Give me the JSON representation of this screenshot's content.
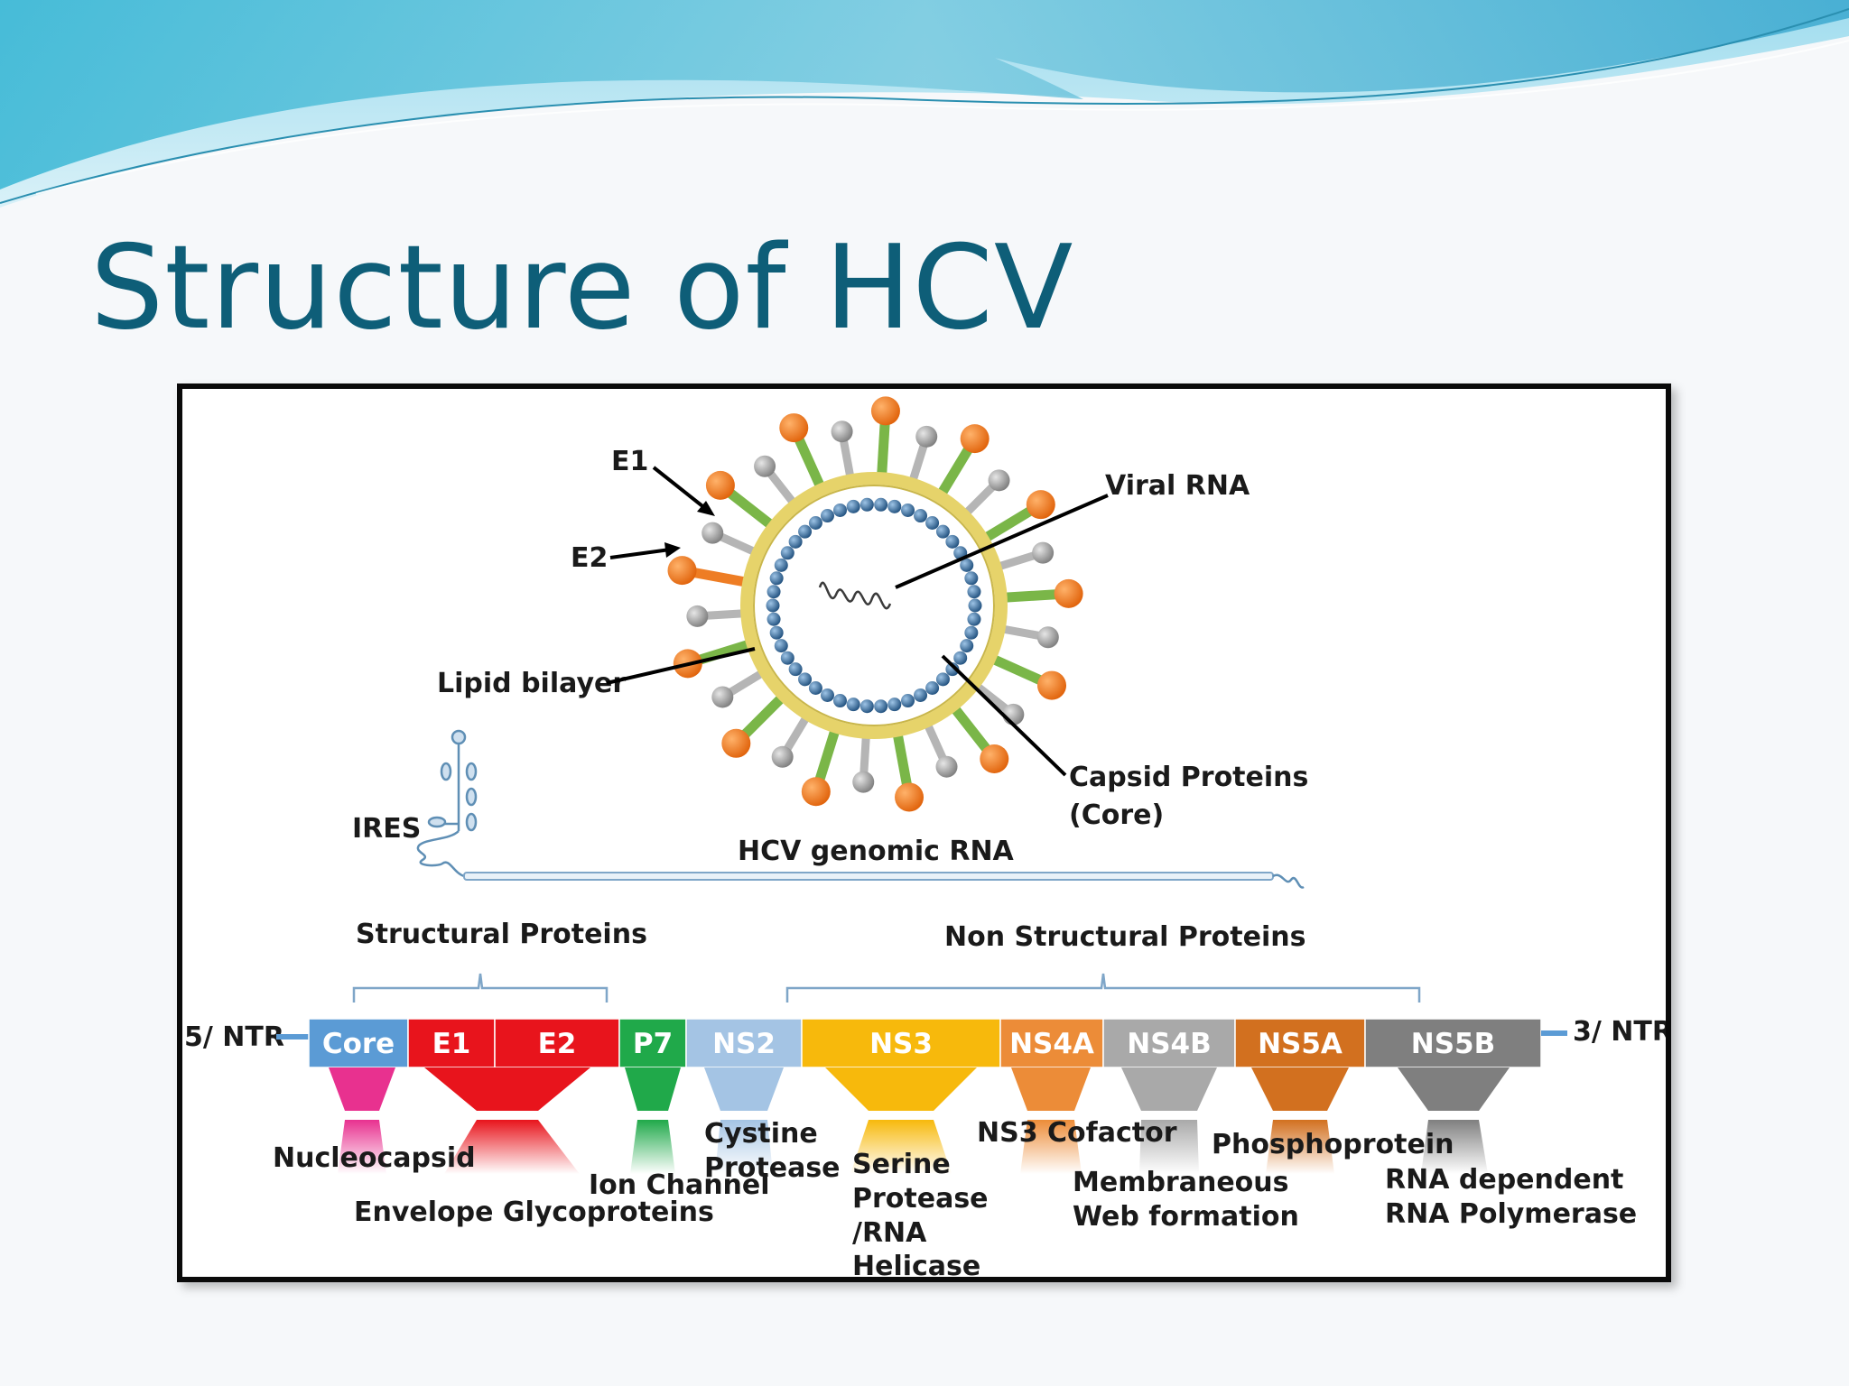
{
  "slide": {
    "title": "Structure of HCV",
    "colors": {
      "title": "#0e5e78",
      "wave_dark": "#2c9fbf",
      "wave_light": "#8fd8ea"
    }
  },
  "virion": {
    "labels": {
      "e1": "E1",
      "e2": "E2",
      "viral_rna": "Viral RNA",
      "lipid_bilayer": "Lipid bilayer",
      "capsid_line1": "Capsid Proteins",
      "capsid_line2": "(Core)"
    },
    "colors": {
      "e1": "#9a9a9a",
      "e2": "#ee7d24",
      "spike": "#7ab648",
      "capsid": "#3c6f9e",
      "lipid": "#e6d36a"
    }
  },
  "genome": {
    "ires": "IRES",
    "rna_label": "HCV genomic RNA",
    "ntr5_a": "5",
    "ntr5_b": "/ NTR",
    "ntr3_a": "3",
    "ntr3_b": "/ NTR",
    "structural_group": "Structural Proteins",
    "nonstructural_group": "Non Structural Proteins",
    "segments": [
      {
        "id": "core",
        "label": "Core",
        "color": "#5b9bd5"
      },
      {
        "id": "e1",
        "label": "E1",
        "color": "#e8141c"
      },
      {
        "id": "e2",
        "label": "E2",
        "color": "#e8141c"
      },
      {
        "id": "p7",
        "label": "P7",
        "color": "#20a94a"
      },
      {
        "id": "ns2",
        "label": "NS2",
        "color": "#a4c4e4"
      },
      {
        "id": "ns3",
        "label": "NS3",
        "color": "#f7b90c"
      },
      {
        "id": "ns4a",
        "label": "NS4A",
        "color": "#ec8c38"
      },
      {
        "id": "ns4b",
        "label": "NS4B",
        "color": "#a9a9a9"
      },
      {
        "id": "ns5a",
        "label": "NS5A",
        "color": "#d2701f"
      },
      {
        "id": "ns5b",
        "label": "NS5B",
        "color": "#7f7f7f"
      }
    ],
    "functions": {
      "nucleocapsid": "Nucleocapsid",
      "envelope": "Envelope Glycoproteins",
      "ion_channel": "Ion Channel",
      "cystine_1": "Cystine",
      "cystine_2": "Protease",
      "serine_1": "Serine",
      "serine_2": "Protease",
      "serine_3": "/RNA",
      "serine_4": "Helicase",
      "ns3_cofactor": "NS3 Cofactor",
      "membraneous_1": "Membraneous",
      "membraneous_2": "Web formation",
      "phosphoprotein": "Phosphoprotein",
      "rdrp_1": "RNA dependent",
      "rdrp_2": "RNA Polymerase"
    }
  }
}
